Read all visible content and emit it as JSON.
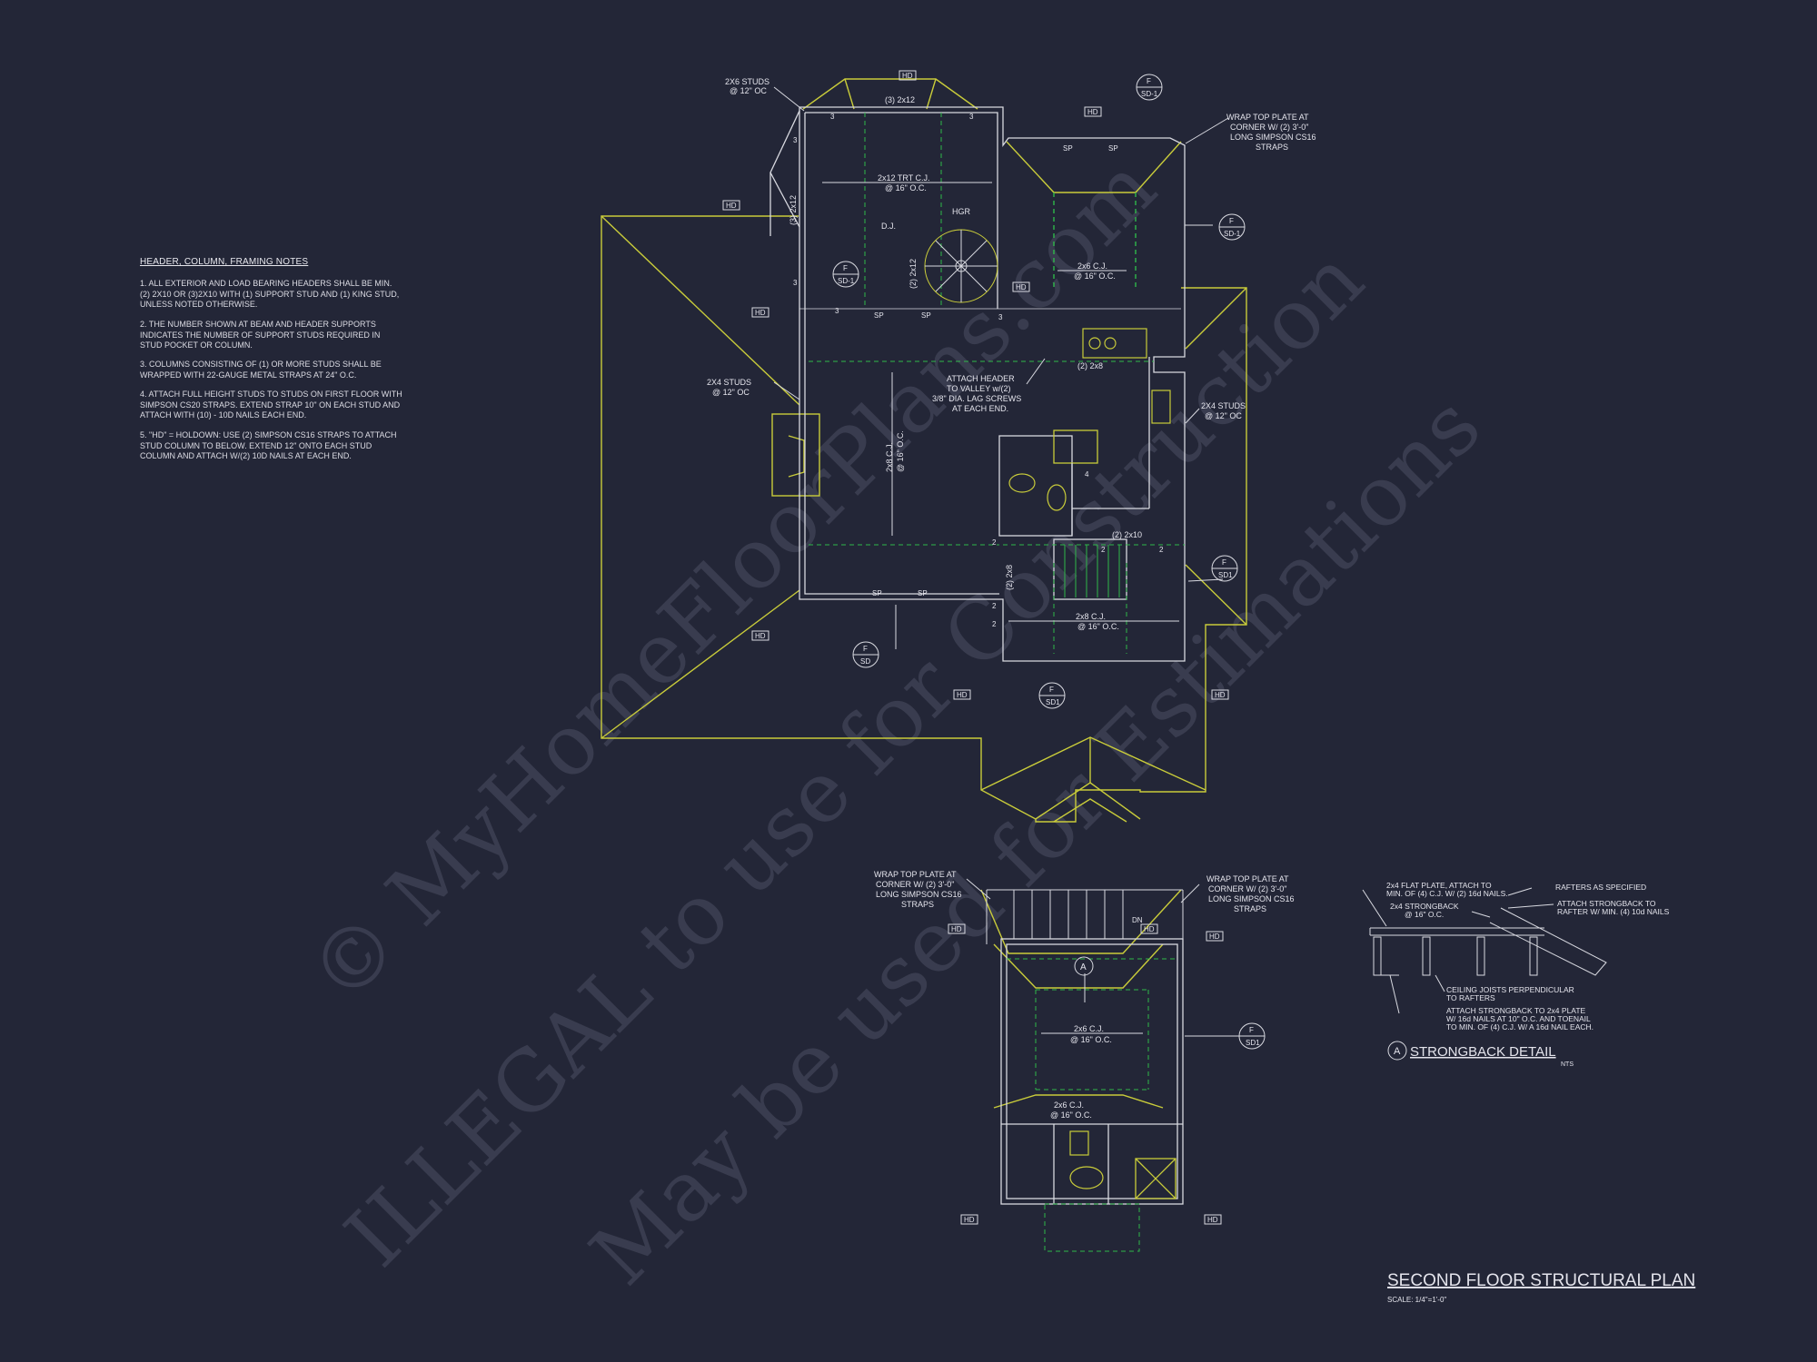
{
  "notes": {
    "title": "HEADER, COLUMN, FRAMING NOTES",
    "items": [
      "1. ALL EXTERIOR AND LOAD BEARING HEADERS SHALL BE MIN. (2) 2x10 OR (3)2x10 WITH (1) SUPPORT STUD AND (1) KING STUD, UNLESS NOTED OTHERWISE.",
      "2. THE NUMBER SHOWN AT BEAM AND HEADER SUPPORTS INDICATES THE NUMBER OF SUPPORT STUDS REQUIRED IN STUD POCKET OR COLUMN.",
      "3. COLUMNS CONSISTING OF (1) OR MORE STUDS SHALL BE WRAPPED WITH 22-GAUGE METAL STRAPS AT 24\" O.C.",
      "4. ATTACH FULL HEIGHT STUDS TO STUDS ON FIRST FLOOR WITH SIMPSON CS20 STRAPS. EXTEND STRAP 10\" ON EACH STUD AND ATTACH WITH (10) - 10d NAILS EACH END.",
      "5. \"HD\" = HOLDOWN: USE (2) SIMPSON CS16 STRAPS TO ATTACH STUD COLUMN TO BELOW. EXTEND 12\" ONTO EACH STUD COLUMN AND ATTACH w/(2) 10d NAILS AT EACH END."
    ]
  },
  "plan": {
    "title": "SECOND FLOOR STRUCTURAL PLAN",
    "scale": "SCALE: 1/4\"=1'-0\""
  },
  "labels": {
    "hd": "HD",
    "sp": "SP",
    "f": "F",
    "sd1": "SD-1",
    "sd1b": "SD1",
    "sd": "SD",
    "studs_2x6": "2X6 STUDS",
    "studs_2x4": "2X4 STUDS",
    "oc12": "@ 12\" OC",
    "oc16": "@ 16\" O.C.",
    "header_3_2x12": "(3) 2x12",
    "header_3_2x12v": "(3) 2x12",
    "cj_2x12": "2x12 TRT C.J.",
    "dj": "D.J.",
    "hgr": "HGR",
    "header_2_2x12v": "(2) 2x12",
    "cj_2x6": "2x6 C.J.",
    "header_2_2x8": "(2) 2x8",
    "header_2_2x8v": "(2) 2x8",
    "header_2_2x10": "(2) 2x10",
    "cj_2x8": "2x8 C.J.",
    "cj_2x8b": "2x8 C.J.",
    "attach_header": [
      "ATTACH HEADER",
      "TO VALLEY w/(2)",
      "3/8\" DIA. LAG SCREWS",
      "AT EACH END."
    ],
    "wrap_plate": [
      "WRAP TOP PLATE AT",
      "CORNER W/ (2) 3'-0\"",
      "LONG SIMPSON CS16",
      "STRAPS"
    ],
    "dn": "DN",
    "detail_marker": "A",
    "num3": "3",
    "num2": "2",
    "num4": "4"
  },
  "detail": {
    "title": "STRONGBACK DETAIL",
    "marker": "A",
    "nts": "NTS",
    "flat_plate": [
      "2x4 FLAT PLATE, ATTACH TO",
      "MIN. OF (4) C.J. W/ (2) 16d NAILS."
    ],
    "rafters": "RAFTERS AS SPECIFIED",
    "attach_rafter": [
      "ATTACH STRONGBACK TO",
      "RAFTER W/ MIN. (4) 10d NAILS"
    ],
    "strongback": [
      "2x4 STRONGBACK",
      "@ 16\" O.C."
    ],
    "ceiling_joists": [
      "CEILING JOISTS PERPENDICULAR",
      "TO RAFTERS"
    ],
    "attach_plate": [
      "ATTACH STRONGBACK TO 2x4 PLATE",
      "W/ 16d NAILS AT 10\" O.C. AND TOENAIL",
      "TO MIN. OF (4) C.J. W/ A 16d NAIL EACH."
    ]
  },
  "watermark": {
    "line1": "© MyHomeFloorPlans.com",
    "line2": "ILLEGAL to use for Construction",
    "line3": "May be used for Estimations"
  },
  "colors": {
    "background": "#232637",
    "wall": "#d8d9e0",
    "roof": "#c9cc3a",
    "joist": "#2fb84a"
  }
}
